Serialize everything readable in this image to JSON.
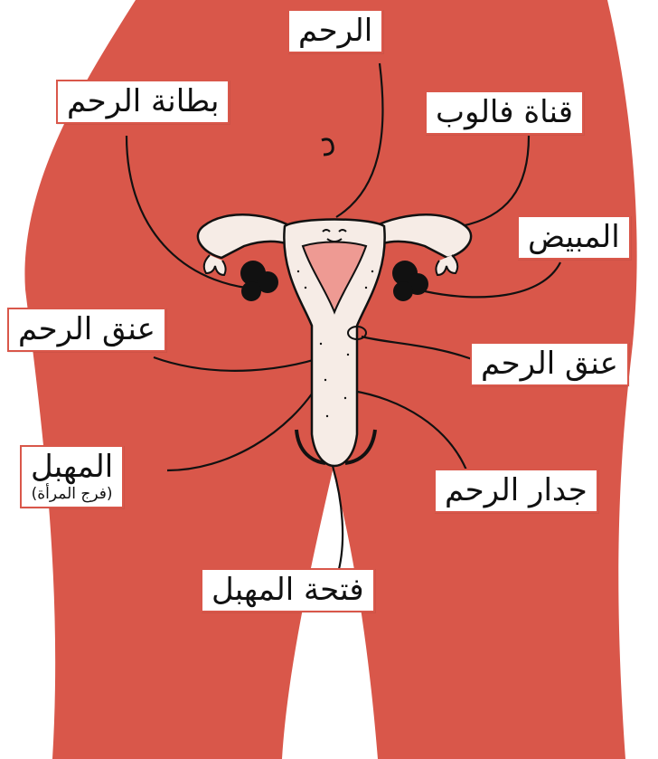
{
  "colors": {
    "body": "#d9574a",
    "background": "#ffffff",
    "uterus_outline": "#111111",
    "uterus_fill": "#f6ece6",
    "lining": "#ee9a93",
    "ovary": "#111111",
    "label_border": "#d9574a"
  },
  "labels": {
    "uterus": "الرحم",
    "endometrium": "بطانة الرحم",
    "fallopian_tube": "قناة فالوب",
    "ovary": "المبيض",
    "cervix_left": "عنق الرحم",
    "cervix_right": "عنق الرحم",
    "vagina": "المهبل",
    "vagina_note": "(فرج المرأة)",
    "uterine_wall": "جدار الرحم",
    "vaginal_opening": "فتحة المهبل"
  }
}
